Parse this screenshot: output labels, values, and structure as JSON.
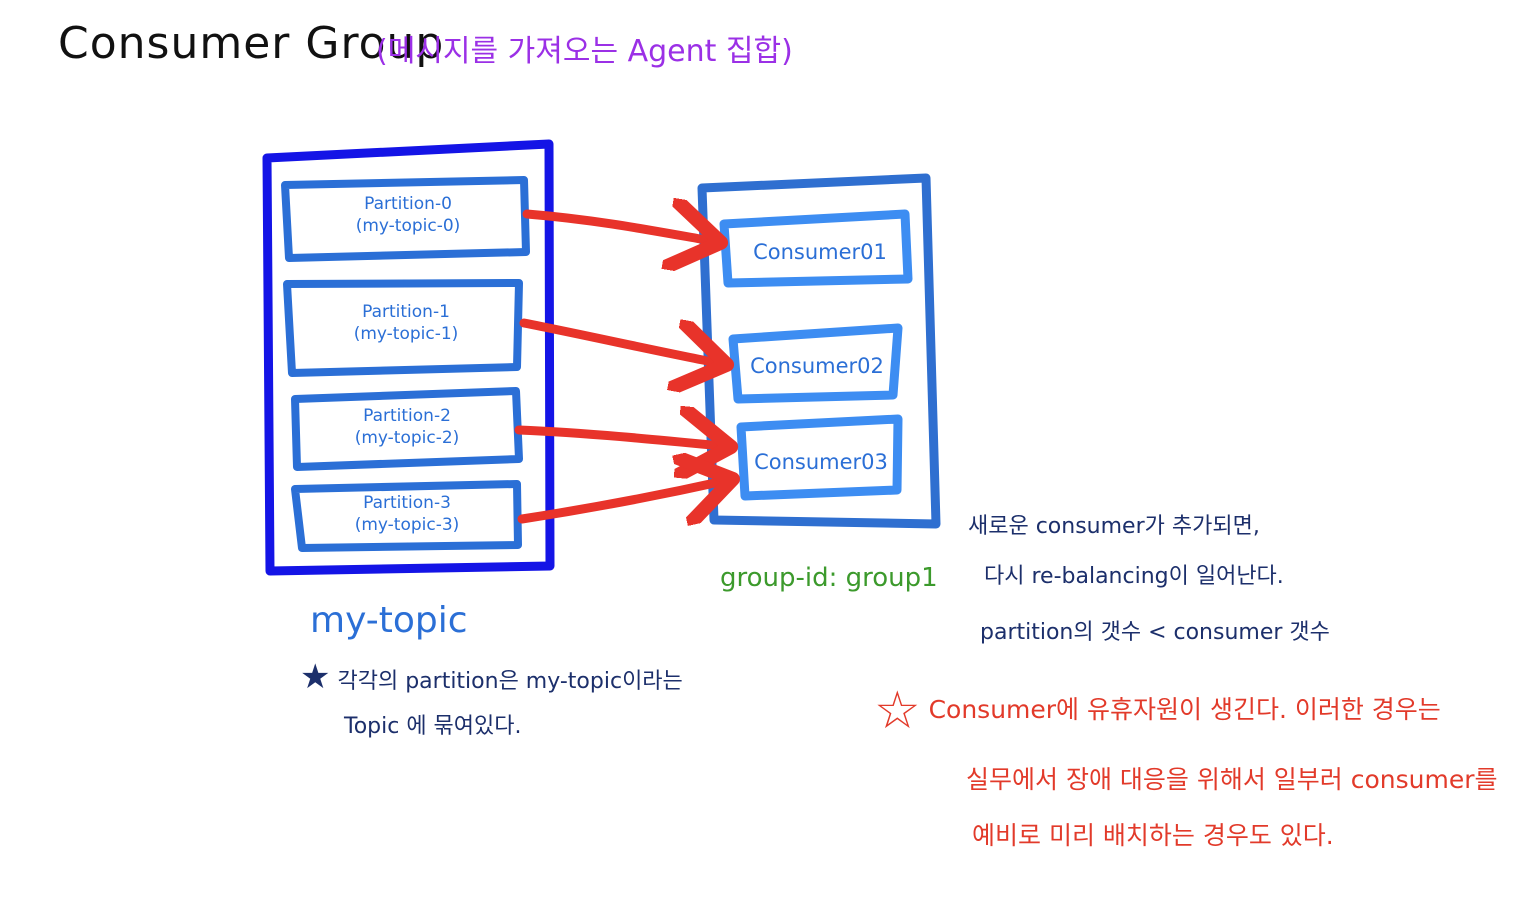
{
  "title": "Consumer Group",
  "subtitle": "(메시지를 가져오는 Agent 집합)",
  "topic": {
    "name": "my-topic",
    "partitions": [
      {
        "name": "Partition-0",
        "sub": "(my-topic-0)"
      },
      {
        "name": "Partition-1",
        "sub": "(my-topic-1)"
      },
      {
        "name": "Partition-2",
        "sub": "(my-topic-2)"
      },
      {
        "name": "Partition-3",
        "sub": "(my-topic-3)"
      }
    ]
  },
  "group": {
    "id_label": "group-id: group1",
    "consumers": [
      "Consumer01",
      "Consumer02",
      "Consumer03"
    ]
  },
  "notes": {
    "topic_star": "★",
    "topic_line1": "각각의 partition은 my-topic이라는",
    "topic_line2": "Topic 에 묶여있다.",
    "rebalance_line1": "새로운 consumer가 추가되면,",
    "rebalance_line2": "다시 re-balancing이 일어난다.",
    "compare": "partition의 갯수 < consumer 갯수",
    "idle_star": "☆",
    "idle_line1": "Consumer에 유휴자원이 생긴다. 이러한 경우는",
    "idle_line2": "실무에서 장애 대응을 위해서 일부러 consumer를",
    "idle_line3": "예비로 미리 배치하는 경우도 있다."
  },
  "colors": {
    "topic_border": "#1414e6",
    "partition_border": "#2b6fd6",
    "group_border": "#2f6fd0",
    "consumer_border": "#3d8df2",
    "arrow": "#e8332a",
    "label_blue": "#2b6fd6",
    "green": "#3c9a2c",
    "navy": "#1c2f6b",
    "red": "#e23a2a",
    "purple": "#9b30e6"
  }
}
